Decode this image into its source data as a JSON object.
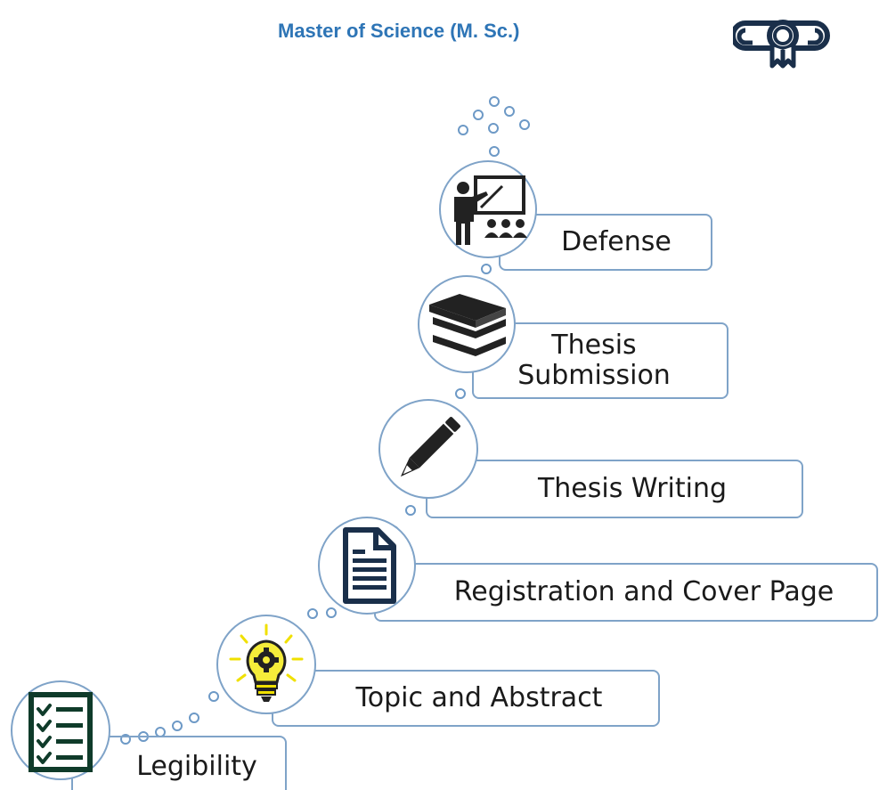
{
  "title": "Master of Science (M. Sc.)",
  "colors": {
    "title_blue": "#2e75b6",
    "outline_blue": "#7fa3c8",
    "icon_dark": "#222222",
    "bulb_yellow": "#f0e000",
    "checklist_green": "#0f3b2a"
  },
  "steps": [
    {
      "label": "Legibility",
      "icon": "checklist-icon"
    },
    {
      "label": "Topic and Abstract",
      "icon": "lightbulb-gear-icon"
    },
    {
      "label": "Registration and Cover Page",
      "icon": "document-icon"
    },
    {
      "label": "Thesis Writing",
      "icon": "pencil-icon"
    },
    {
      "label": "Thesis Submission",
      "icon": "books-icon"
    },
    {
      "label": "Defense",
      "icon": "presentation-icon"
    }
  ],
  "goal_icon": "diploma-icon"
}
